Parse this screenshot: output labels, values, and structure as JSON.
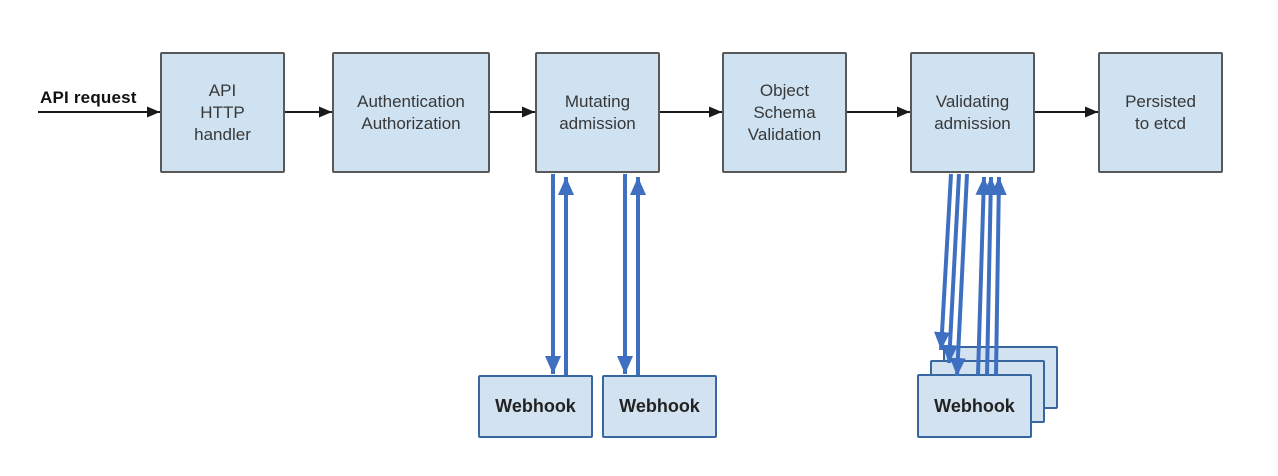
{
  "diagram": {
    "request_label": "API request",
    "nodes": [
      {
        "id": "api-http-handler",
        "label": "API\nHTTP\nhandler"
      },
      {
        "id": "authentication",
        "label": "Authentication\nAuthorization"
      },
      {
        "id": "mutating-admission",
        "label": "Mutating\nadmission"
      },
      {
        "id": "object-schema-validation",
        "label": "Object\nSchema\nValidation"
      },
      {
        "id": "validating-admission",
        "label": "Validating\nadmission"
      },
      {
        "id": "persisted-to-etcd",
        "label": "Persisted\nto etcd"
      }
    ],
    "webhooks": {
      "mutating": [
        "Webhook",
        "Webhook"
      ],
      "validating": "Webhook"
    },
    "colors": {
      "node_fill": "#cfe2f1",
      "node_border": "#595959",
      "webhook_fill": "#d3e2f0",
      "webhook_border": "#38679f",
      "flow_arrow": "#1a1a1a",
      "webhook_arrow": "#3f6fc1"
    }
  }
}
